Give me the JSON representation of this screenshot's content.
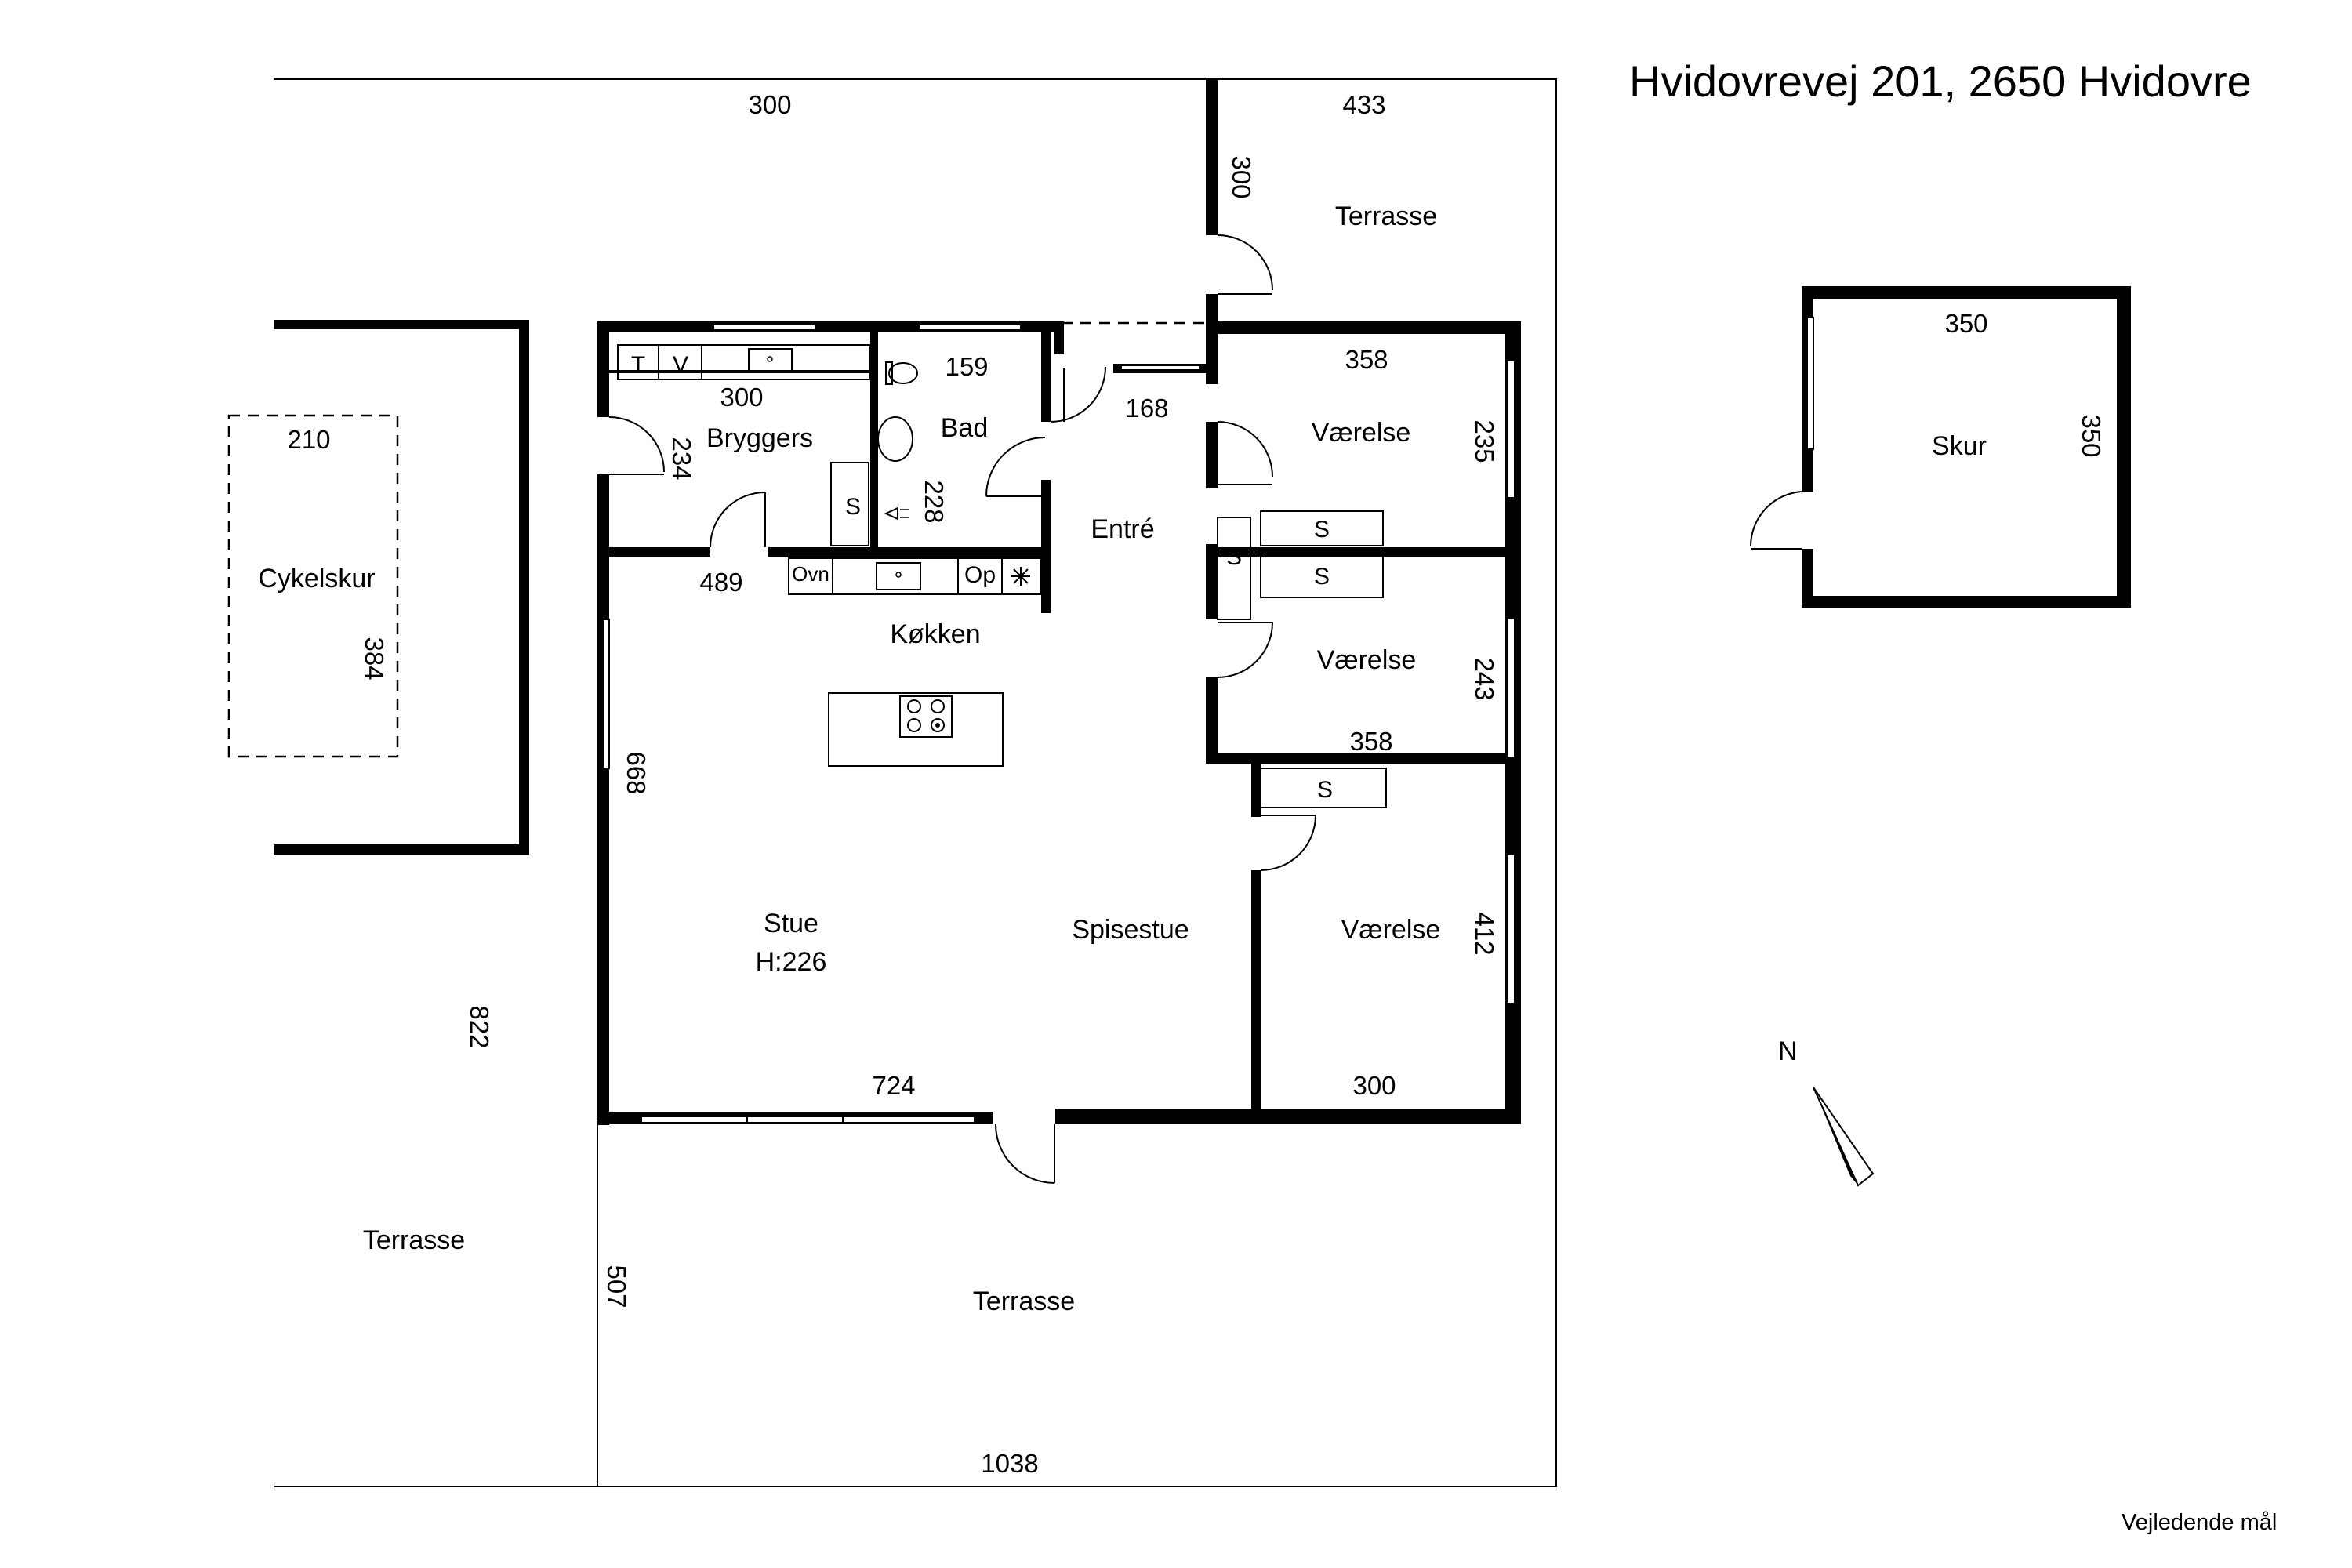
{
  "header": {
    "address": "Hvidovrevej 201, 2650 Hvidovre"
  },
  "footer": {
    "note": "Vejledende mål"
  },
  "compass": {
    "label": "N"
  },
  "rooms": {
    "bryggers": "Bryggers",
    "bad": "Bad",
    "entre": "Entré",
    "vaerelse_1": "Værelse",
    "vaerelse_2": "Værelse",
    "vaerelse_3": "Værelse",
    "koekken": "Køkken",
    "stue": "Stue",
    "stue_height": "H:226",
    "spisestue": "Spisestue",
    "cykelskur": "Cykelskur",
    "skur": "Skur",
    "terrasse_ne": "Terrasse",
    "terrasse_w": "Terrasse",
    "terrasse_s": "Terrasse"
  },
  "fixtures": {
    "tumbler": "T",
    "washer": "V",
    "oven": "Ovn",
    "dishwasher": "Op",
    "cabinet": "S"
  },
  "dimensions": {
    "top_left_300": "300",
    "top_right_433": "433",
    "vertical_300": "300",
    "bryggers_300": "300",
    "bryggers_234": "234",
    "bad_159": "159",
    "bad_228": "228",
    "entre_168": "168",
    "vaerelse1_358": "358",
    "vaerelse1_235": "235",
    "koekken_489": "489",
    "vaerelse2_243": "243",
    "vaerelse2_358": "358",
    "stue_668": "668",
    "vaerelse3_412": "412",
    "vaerelse3_300": "300",
    "stue_724": "724",
    "terrasse_822": "822",
    "terrasse_507": "507",
    "terrasse_1038": "1038",
    "cykelskur_210": "210",
    "cykelskur_384": "384",
    "skur_350_w": "350",
    "skur_350_h": "350"
  }
}
